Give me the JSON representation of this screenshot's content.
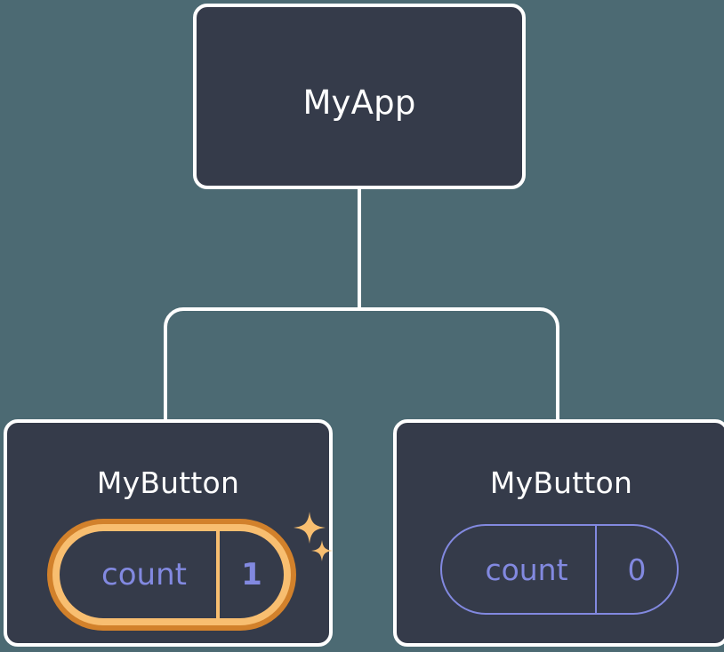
{
  "diagram": {
    "type": "component-tree",
    "background_color": "#4C6A73",
    "node_fill": "#353B4A",
    "node_border": "#FFFFFF",
    "connector_color": "#FFFFFF",
    "accent_indigo": "#8289E0",
    "highlight_outer": "#D2812B",
    "highlight_inner": "#F8BE70"
  },
  "root": {
    "label": "MyApp"
  },
  "children": [
    {
      "label": "MyButton",
      "state": {
        "key": "count",
        "value": "1"
      },
      "highlighted": true,
      "sparkle_icons": [
        "sparkle-large",
        "sparkle-small"
      ]
    },
    {
      "label": "MyButton",
      "state": {
        "key": "count",
        "value": "0"
      },
      "highlighted": false
    }
  ]
}
